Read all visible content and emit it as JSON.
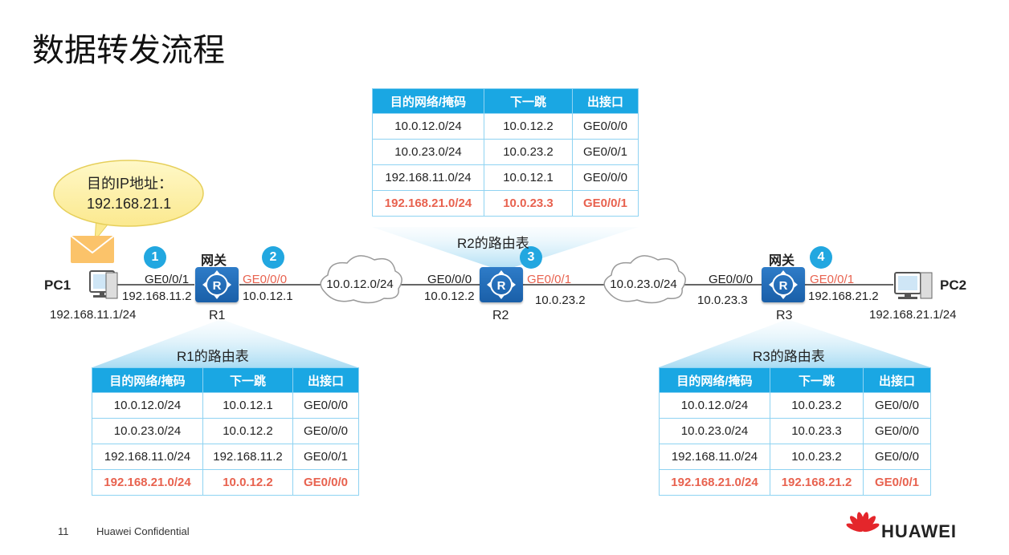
{
  "title": "数据转发流程",
  "bubble": {
    "line1": "目的IP地址：",
    "line2": "192.168.21.1"
  },
  "steps": [
    "1",
    "2",
    "3",
    "4"
  ],
  "gateway_label": "网关",
  "pc1": {
    "name": "PC1",
    "ip": "192.168.11.1/24"
  },
  "pc2": {
    "name": "PC2",
    "ip": "192.168.21.1/24"
  },
  "r1": {
    "name": "R1",
    "if_left": "GE0/0/1",
    "ip_left": "192.168.11.2",
    "if_right": "GE0/0/0",
    "ip_right": "10.0.12.1"
  },
  "r2": {
    "name": "R2",
    "if_left": "GE0/0/0",
    "ip_left": "10.0.12.2",
    "if_right": "GE0/0/1",
    "ip_right": "10.0.23.2"
  },
  "r3": {
    "name": "R3",
    "if_left": "GE0/0/0",
    "ip_left": "10.0.23.3",
    "if_right": "GE0/0/1",
    "ip_right": "192.168.21.2"
  },
  "clouds": {
    "left": "10.0.12.0/24",
    "right": "10.0.23.0/24"
  },
  "table_headers": [
    "目的网络/掩码",
    "下一跳",
    "出接口"
  ],
  "tables": {
    "r1": {
      "caption": "R1的路由表",
      "rows": [
        [
          "10.0.12.0/24",
          "10.0.12.1",
          "GE0/0/0"
        ],
        [
          "10.0.23.0/24",
          "10.0.12.2",
          "GE0/0/0"
        ],
        [
          "192.168.11.0/24",
          "192.168.11.2",
          "GE0/0/1"
        ],
        [
          "192.168.21.0/24",
          "10.0.12.2",
          "GE0/0/0"
        ]
      ]
    },
    "r2": {
      "caption": "R2的路由表",
      "rows": [
        [
          "10.0.12.0/24",
          "10.0.12.2",
          "GE0/0/0"
        ],
        [
          "10.0.23.0/24",
          "10.0.23.2",
          "GE0/0/1"
        ],
        [
          "192.168.11.0/24",
          "10.0.12.1",
          "GE0/0/0"
        ],
        [
          "192.168.21.0/24",
          "10.0.23.3",
          "GE0/0/1"
        ]
      ]
    },
    "r3": {
      "caption": "R3的路由表",
      "rows": [
        [
          "10.0.12.0/24",
          "10.0.23.2",
          "GE0/0/0"
        ],
        [
          "10.0.23.0/24",
          "10.0.23.3",
          "GE0/0/0"
        ],
        [
          "192.168.11.0/24",
          "10.0.23.2",
          "GE0/0/0"
        ],
        [
          "192.168.21.0/24",
          "192.168.21.2",
          "GE0/0/1"
        ]
      ]
    }
  },
  "footer": {
    "page": "11",
    "confidential": "Huawei Confidential",
    "brand": "HUAWEI"
  },
  "colors": {
    "accent": "#1aa7e3",
    "highlight": "#e8624f",
    "router": "#1a5fa8"
  }
}
